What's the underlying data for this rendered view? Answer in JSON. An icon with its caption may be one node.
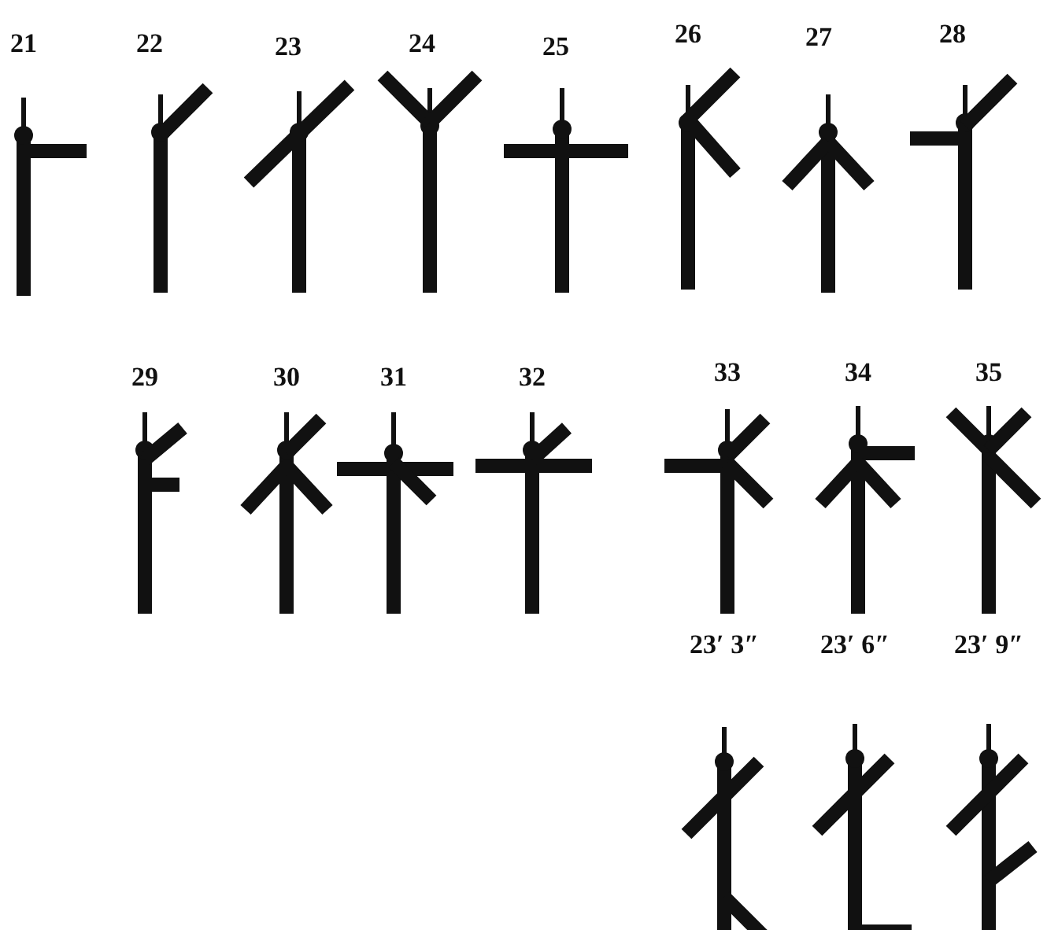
{
  "diagram": {
    "labels": [
      "21",
      "22",
      "23",
      "24",
      "25",
      "26",
      "27",
      "28",
      "29",
      "30",
      "31",
      "32",
      "33",
      "34",
      "35",
      "23′ 3″",
      "23′ 6″",
      "23′ 9″"
    ]
  }
}
